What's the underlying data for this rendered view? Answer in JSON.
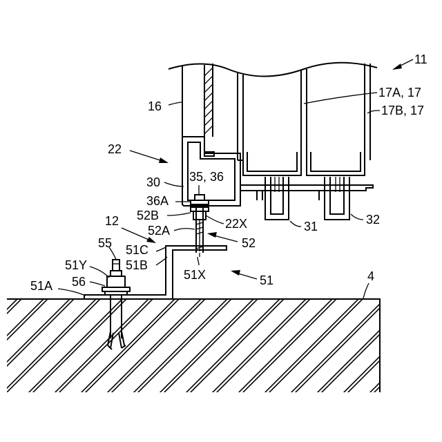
{
  "labels": {
    "l11": "11",
    "l17a": "17A, 17",
    "l17b": "17B, 17",
    "l16": "16",
    "l22": "22",
    "l30": "30",
    "l3536": "35, 36",
    "l36a": "36A",
    "l52b": "52B",
    "l22x": "22X",
    "l12": "12",
    "l52a": "52A",
    "l52": "52",
    "l31": "31",
    "l32": "32",
    "l55": "55",
    "l51c": "51C",
    "l51y": "51Y",
    "l51b": "51B",
    "l51x": "51X",
    "l51": "51",
    "l56": "56",
    "l51a": "51A",
    "l4": "4"
  }
}
